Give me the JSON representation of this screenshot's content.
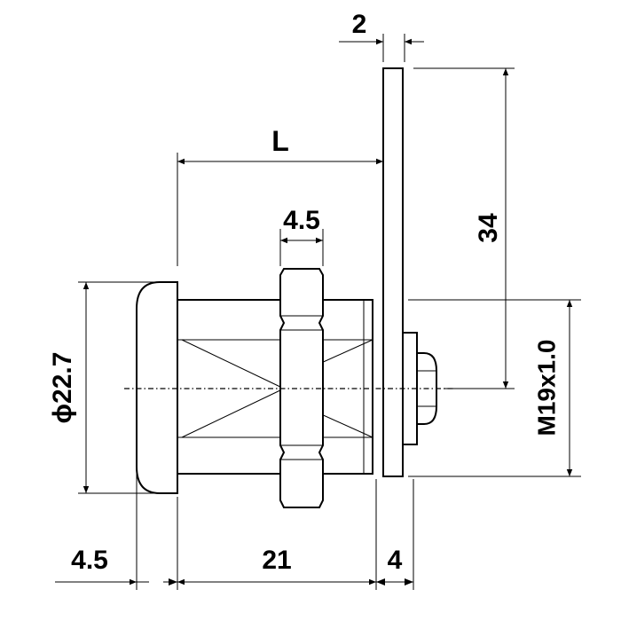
{
  "dimensions": {
    "flag_thickness": "2",
    "length": "L",
    "nut_thickness": "4.5",
    "flag_height": "34",
    "head_diameter": "ϕ22.7",
    "thread": "M19x1.0",
    "head_depth": "4.5",
    "body_length": "21",
    "tail_length": "4"
  }
}
